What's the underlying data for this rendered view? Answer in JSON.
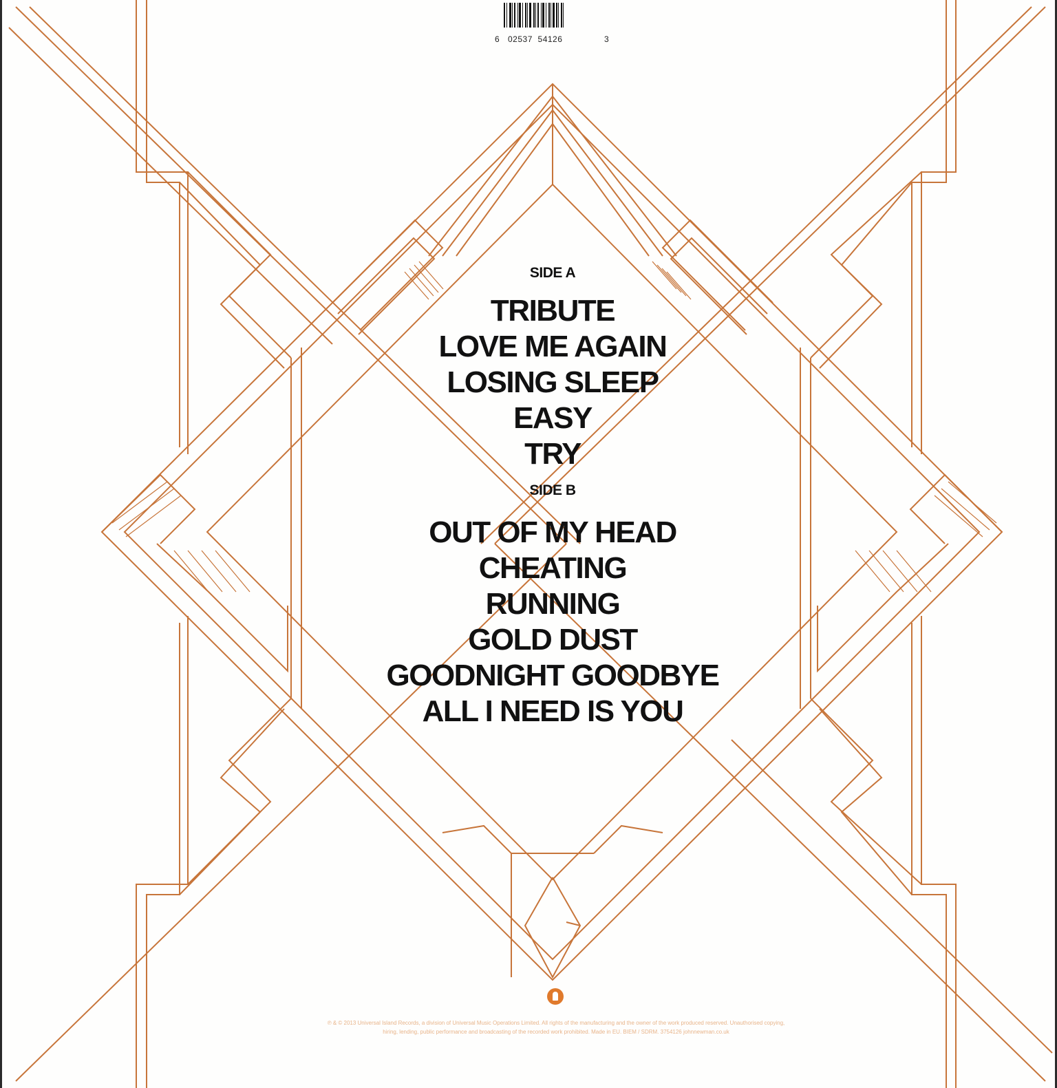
{
  "barcode": {
    "lead_digit": "6",
    "main_digits": "02537  54126",
    "check_digit": "3"
  },
  "tracklist": {
    "side_a_label": "SIDE A",
    "side_a_tracks": [
      "TRIBUTE",
      "LOVE ME AGAIN",
      "LOSING SLEEP",
      "EASY",
      "TRY"
    ],
    "side_b_label": "SIDE B",
    "side_b_tracks": [
      "OUT OF MY HEAD",
      "CHEATING",
      "RUNNING",
      "GOLD DUST",
      "GOODNIGHT GOODBYE",
      "ALL I NEED IS YOU"
    ]
  },
  "footer": {
    "copyright_line_1": "℗ & © 2013 Universal Island Records, a division of Universal Music Operations Limited. All rights of the manufacturing and the owner of the work produced reserved. Unauthorised copying,",
    "copyright_line_2": "hiring, lending, public performance and broadcasting of the recorded work prohibited. Made in EU. BIEM / SDRM. 3754126 johnnewman.co.uk"
  },
  "colors": {
    "line_art": "#c7753a",
    "text": "#111111",
    "footer_text": "#e8b48a",
    "logo": "#e07a2c"
  },
  "icons": {
    "label_logo": "island-records-logo-icon"
  }
}
